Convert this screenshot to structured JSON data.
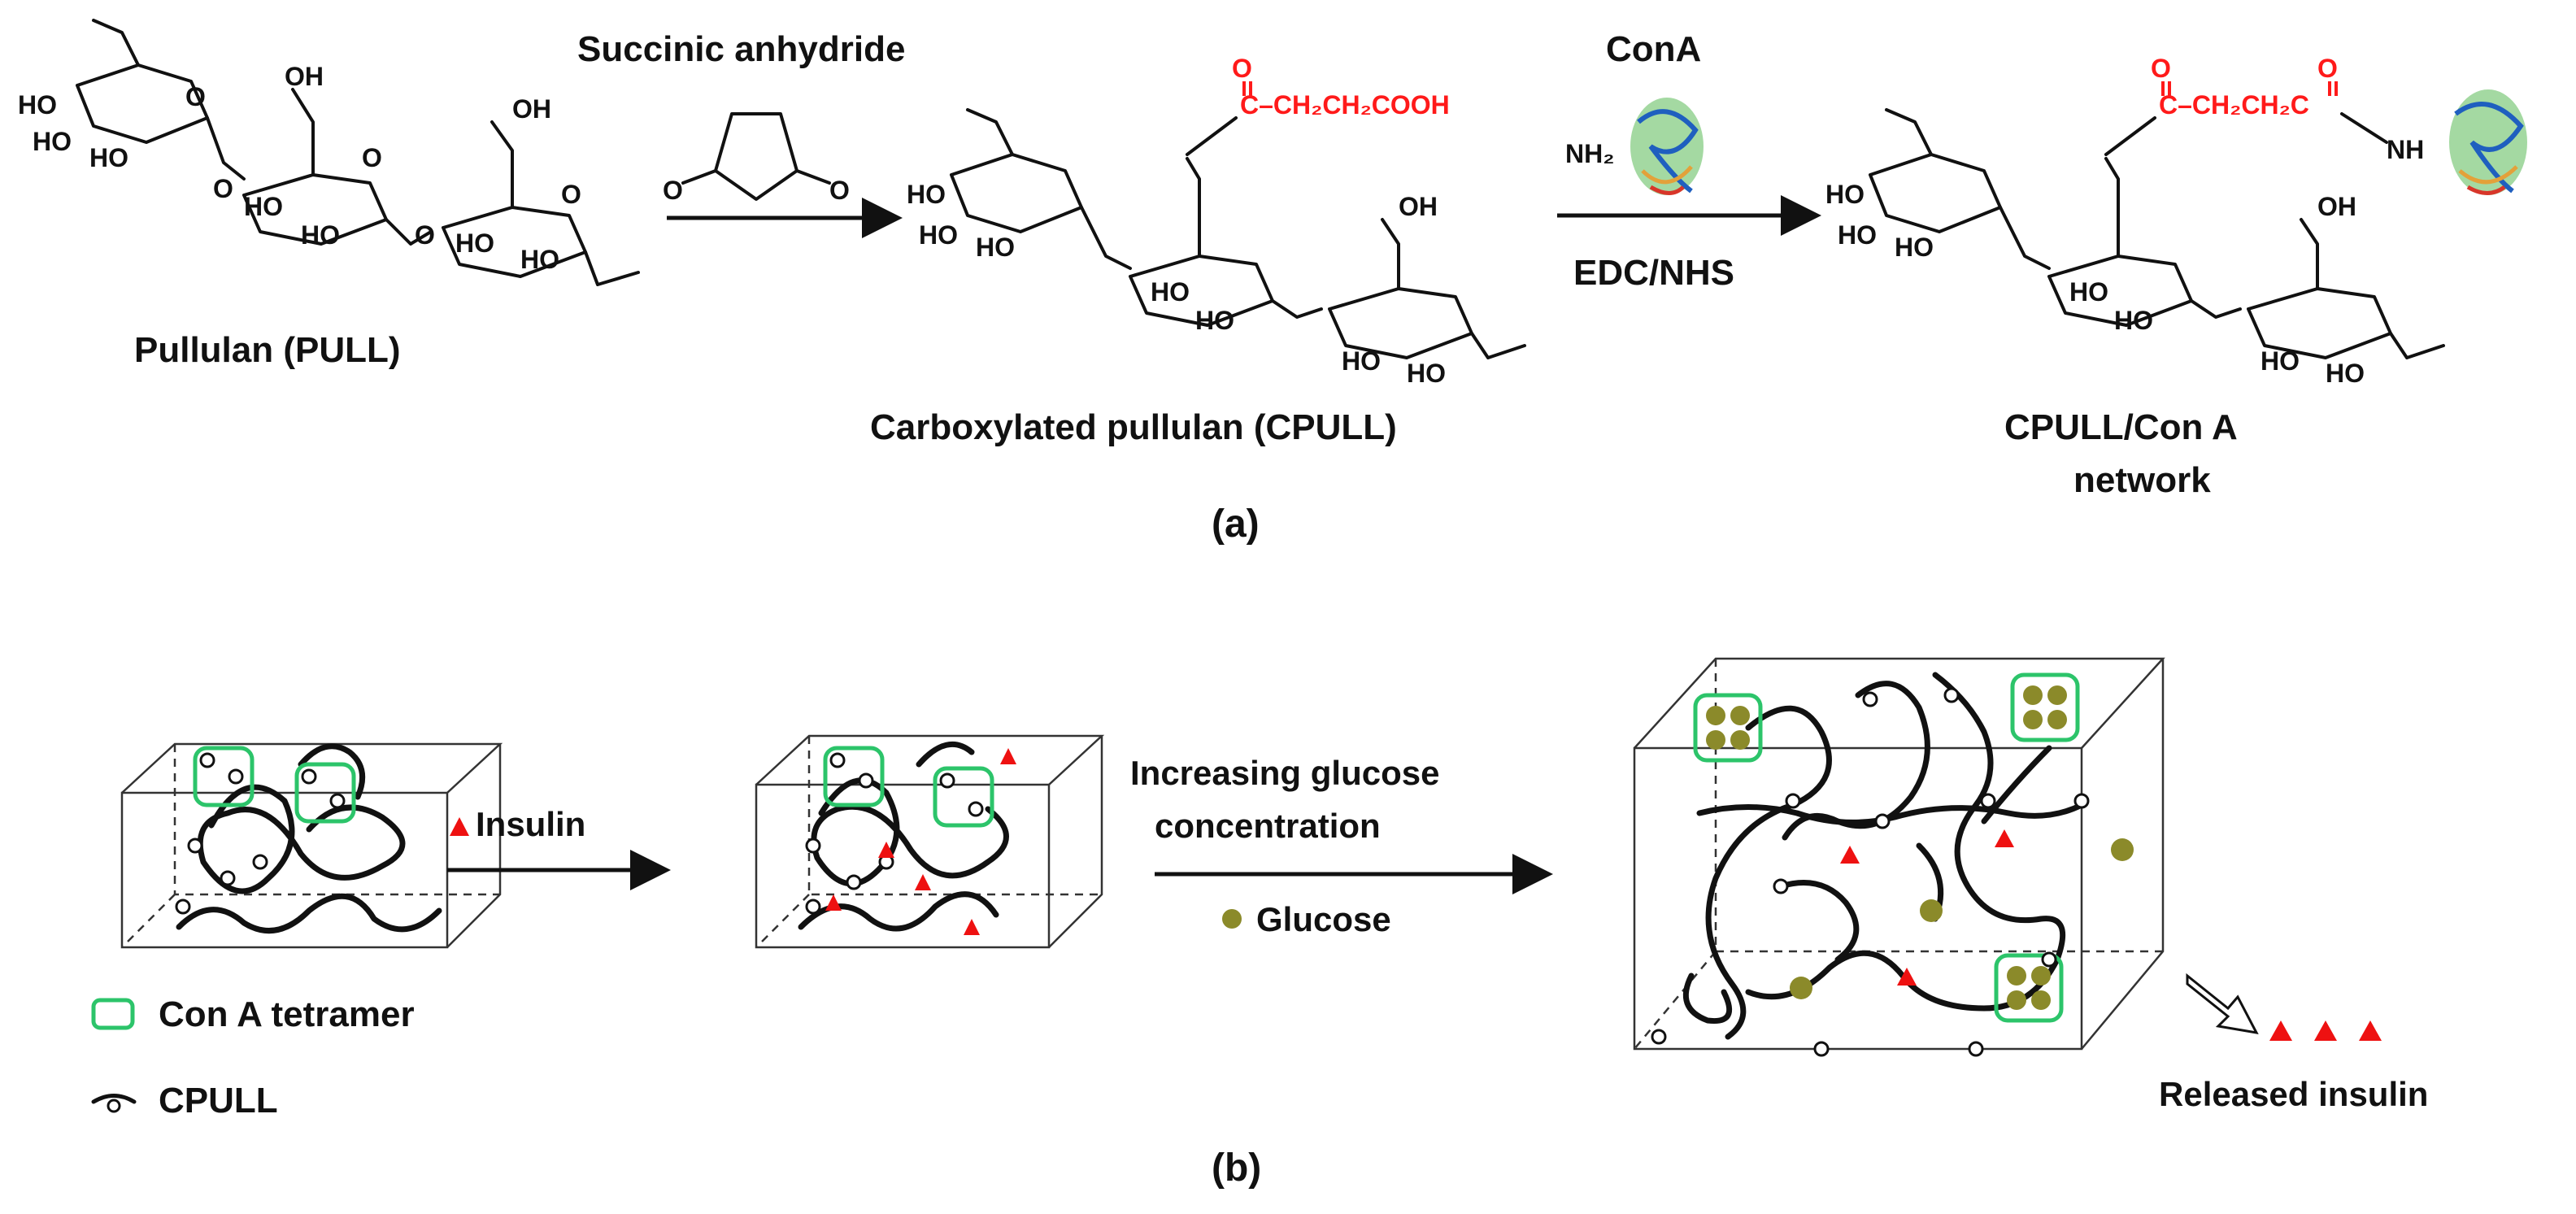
{
  "panel_a": {
    "label": "(a)",
    "pullulan": {
      "name": "Pullulan (PULL)",
      "groups": {
        "ho": "HO",
        "oh": "OH",
        "o": "O"
      }
    },
    "step1": {
      "reagent": "Succinic anhydride"
    },
    "carboxylated": {
      "name": "Carboxylated pullulan (CPULL)",
      "side_chain": "C–CH₂CH₂COOH",
      "carbonyl_o": "O"
    },
    "step2": {
      "reagent_top": "ConA",
      "amine": "NH₂",
      "reagent_bottom": "EDC/NHS"
    },
    "network": {
      "name_line1": "CPULL/Con A",
      "name_line2": "network",
      "side_chain": "C–CH₂CH₂C",
      "amide": "NH",
      "carbonyl_o": "O"
    }
  },
  "panel_b": {
    "label": "(b)",
    "insulin_label": "Insulin",
    "trigger_line1": "Increasing glucose",
    "trigger_line2": "concentration",
    "glucose_label": "Glucose",
    "released_label": "Released insulin",
    "legend": [
      {
        "symbol": "green-rounded-square",
        "label": "Con A tetramer"
      },
      {
        "symbol": "chain-node",
        "label": "CPULL"
      }
    ]
  },
  "colors": {
    "con_a": "#2cc46a",
    "glucose": "#8b8a2a",
    "insulin": "#ee1111",
    "modification": "#ff1a1a"
  }
}
